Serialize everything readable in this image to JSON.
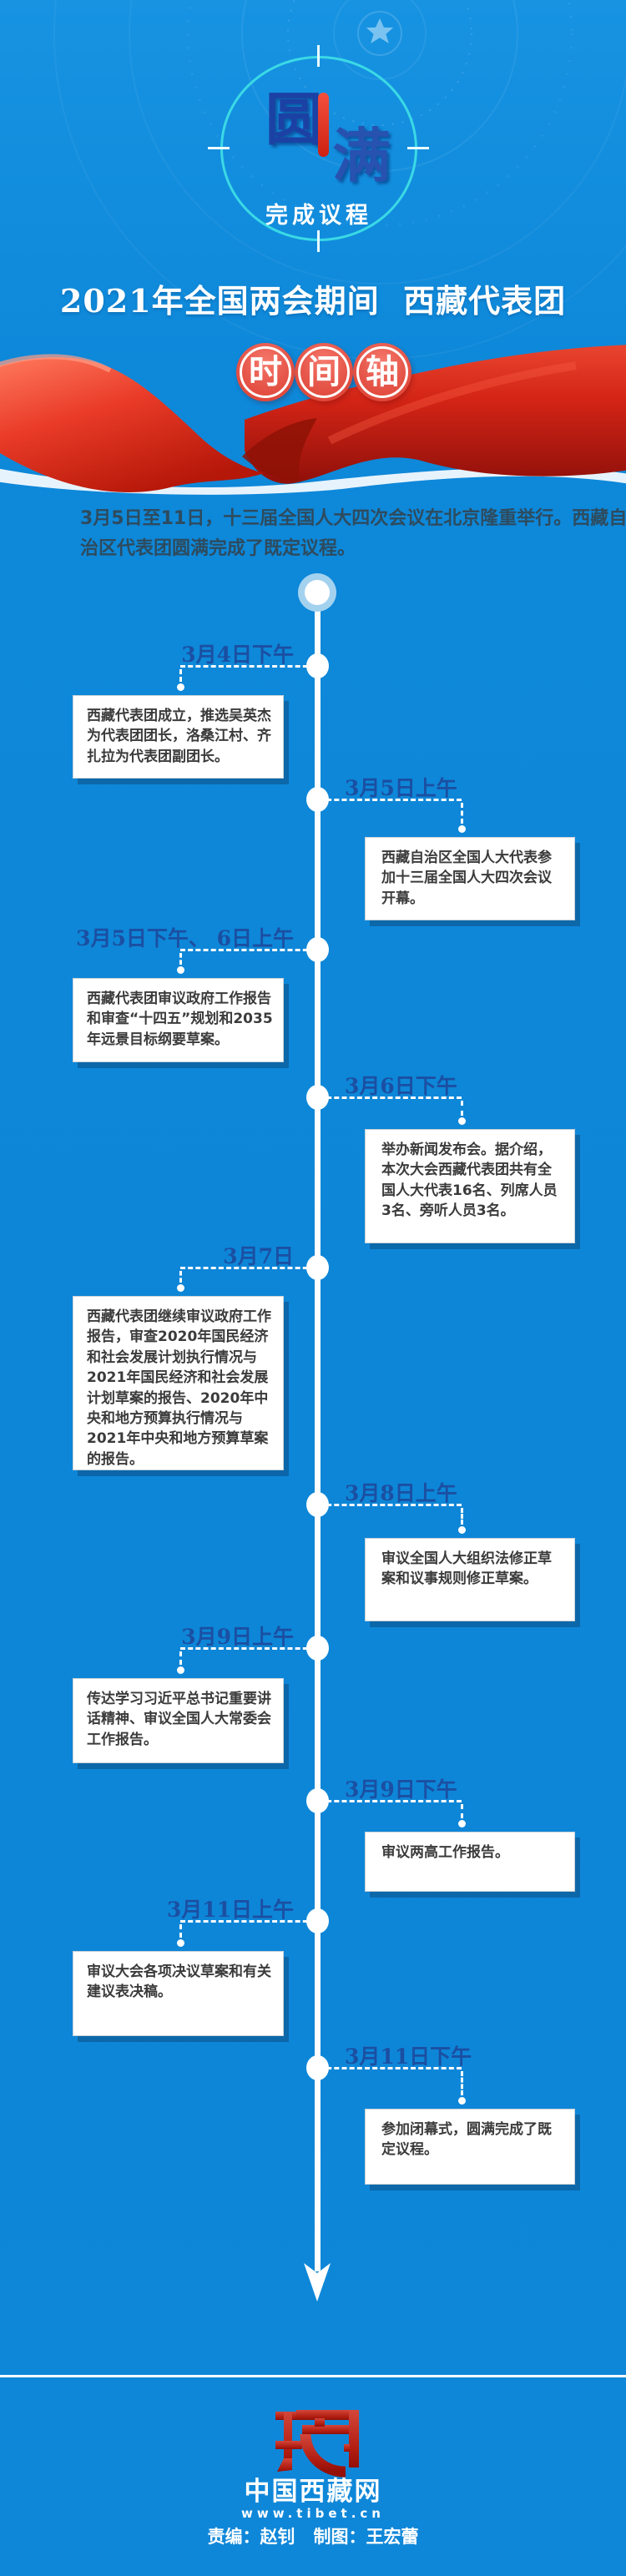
{
  "header": {
    "badge": {
      "word_top": "圆",
      "word_bottom": "满",
      "caption": "完成议程"
    },
    "title": "2021年全国两会期间  西藏代表团",
    "stamp_circles": [
      "时",
      "间",
      "轴"
    ]
  },
  "intro": "3月5日至11日，十三届全国人大四次会议在北京隆重举行。西藏自治区代表团圆满完成了既定议程。",
  "timeline": [
    {
      "date": "3月4日下午",
      "text": "西藏代表团成立，推选吴英杰为代表团团长，洛桑江村、齐扎拉为代表团副团长。"
    },
    {
      "date": "3月5日上午",
      "text": "西藏自治区全国人大代表参加十三届全国人大四次会议开幕。"
    },
    {
      "date": "3月5日下午、 6日上午",
      "text": "西藏代表团审议政府工作报告和审查“十四五”规划和2035年远景目标纲要草案。"
    },
    {
      "date": "3月6日下午",
      "text": "举办新闻发布会。据介绍，本次大会西藏代表团共有全国人大代表16名、列席人员3名、旁听人员3名。"
    },
    {
      "date": "3月7日",
      "text": "西藏代表团继续审议政府工作报告，审查2020年国民经济和社会发展计划执行情况与2021年国民经济和社会发展计划草案的报告、2020年中央和地方预算执行情况与2021年中央和地方预算草案的报告。"
    },
    {
      "date": "3月8日上午",
      "text": "审议全国人大组织法修正草案和议事规则修正草案。"
    },
    {
      "date": "3月9日上午",
      "text": "传达学习习近平总书记重要讲话精神、审议全国人大常委会工作报告。"
    },
    {
      "date": "3月9日下午",
      "text": "审议两高工作报告。"
    },
    {
      "date": "3月11日上午",
      "text": "审议大会各项决议草案和有关建议表决稿。"
    },
    {
      "date": "3月11日下午",
      "text": "参加闭幕式，圆满完成了既定议程。"
    }
  ],
  "footer": {
    "site_name": "中国西藏网",
    "site_url": "www.tibet.cn",
    "credits": "责编：赵钊   制图：王宏蕾"
  },
  "colors": {
    "background": "#0d86d7",
    "ribbon_red": "#e03527",
    "oval_cyan": "#3bd9e6",
    "date_blue": "#1b4fa2",
    "card_shadow": "rgba(9,61,106,0.42)"
  }
}
